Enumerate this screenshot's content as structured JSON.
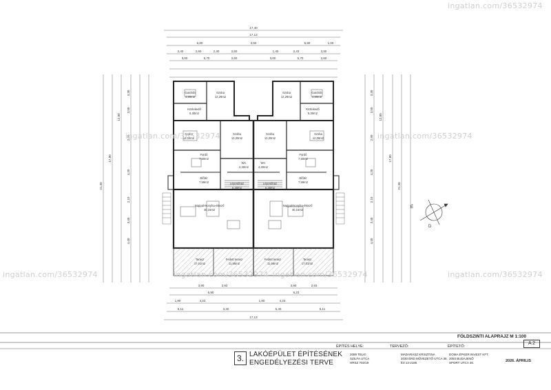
{
  "plan": {
    "drawing_title": "FÖLDSZINTI ALAPRAJZ M 1:100",
    "dims_top": [
      "17,40",
      "17,13",
      "6,80",
      "3,50",
      "6,80",
      "1,00",
      "2,40",
      "2,60",
      "2,40",
      "2,60",
      "1,40",
      "2,43",
      "3,50",
      "3,00",
      "5,70",
      "2,60",
      "3,00",
      "5,70",
      "2,60"
    ],
    "dims_bottom": [
      "3,90",
      "2,93",
      "3,90",
      "2,93",
      "6,90",
      "6,23",
      "1,90",
      "4,23",
      "1,90",
      "4,23",
      "5,11",
      "3,40",
      "5,40",
      "5,11",
      "17,13"
    ],
    "dims_left": [
      "3,30",
      "3,50",
      "2,90",
      "4,20",
      "2,10",
      "3,40",
      "4,40",
      "12,80",
      "17,80",
      "21,30"
    ],
    "dims_right": [
      "3,30",
      "3,50",
      "2,90",
      "4,20",
      "2,10",
      "3,40",
      "4,40",
      "12,80",
      "17,80",
      "21,30"
    ],
    "rooms": [
      {
        "name": "Gardrób",
        "area": "4,60m2"
      },
      {
        "name": "Szoba",
        "area": "12,29m2"
      },
      {
        "name": "Közlekedő",
        "area": "5,30m2"
      },
      {
        "name": "Fürdő",
        "area": "7,50m2"
      },
      {
        "name": "Szoba",
        "area": "12,09m2"
      },
      {
        "name": "Szoba",
        "area": "12,30m2"
      },
      {
        "name": "WC",
        "area": "4,30m2"
      },
      {
        "name": "Előtér",
        "area": "7,59m2"
      },
      {
        "name": "Lépcsőház",
        "area": "5,30m2"
      },
      {
        "name": "Nappali-konyha-étkező",
        "area": "40,15m2"
      },
      {
        "name": "Terasz",
        "area": "17,01m2"
      },
      {
        "name": "Fedett terasz",
        "area": "11,56m2"
      },
      {
        "name": "Gardrób",
        "area": "4,60m2"
      },
      {
        "name": "Szoba",
        "area": "12,29m2"
      },
      {
        "name": "Közlekedő",
        "area": "5,30m2"
      },
      {
        "name": "Fürdő",
        "area": "7,50m2"
      },
      {
        "name": "Szoba",
        "area": "12,09m2"
      },
      {
        "name": "Szoba",
        "area": "12,30m2"
      },
      {
        "name": "WC",
        "area": "4,30m2"
      },
      {
        "name": "Előtér",
        "area": "7,59m2"
      },
      {
        "name": "Lépcsőház",
        "area": "5,30m2"
      },
      {
        "name": "Nappali-konyha-étkező",
        "area": "40,15m2"
      },
      {
        "name": "Terasz",
        "area": "17,01m2"
      },
      {
        "name": "Fedett terasz",
        "area": "11,56m2"
      }
    ],
    "compass_labels": [
      "É",
      "D"
    ]
  },
  "watermarks": [
    "ingatlan.com/36532974",
    "ingatlan.com/36532974",
    "ingatlan.com/36532974",
    "ingatlan.com/36532974",
    "ingatlan.com/36532974",
    "ingatlan.com/36532974",
    "ingatlan.com/36532974"
  ],
  "title_block": {
    "sheet_code": "A 2",
    "site_label": "ÉPÍTÉS HELYE:",
    "designer_label": "TERVEZŐ:",
    "builder_label": "ÉPÍTETŐ:",
    "number": "3.",
    "title_line1": "LAKÓÉPÜLET ÉPÍTÉSÉNEK",
    "title_line2": "ENGEDÉLYEZÉSI TERVE",
    "site_line1": "2089 TELKI",
    "site_line2": "SZILFA UTCA",
    "site_line3": "HRSZ 702/19",
    "designer_line1": "MADARÁSZ KRISZTINA",
    "designer_line2": "2030 ÉRD MŰVEZETŐ UTCA 36.",
    "designer_line3": "É3 13-2185",
    "builder_line1": "DOMA ÉPKER INVEST KFT.",
    "builder_line2": "2093 BUDAJENŐ",
    "builder_line3": "SPORT UTCA 46.",
    "date": "2026. ÁPRILIS"
  },
  "colors": {
    "line": "#333333",
    "hatch": "#9a9a9a",
    "watermark": "#cfcfcf"
  }
}
